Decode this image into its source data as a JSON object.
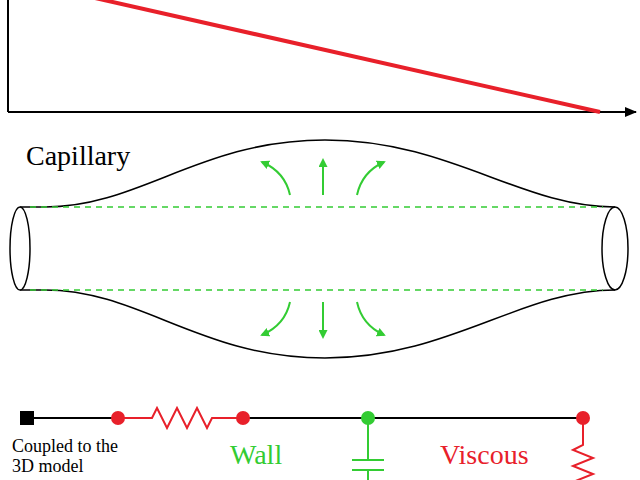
{
  "diagram": {
    "labels": [
      "Capillary",
      "Coupled to the 3D model",
      "Wall",
      "Viscous"
    ]
  }
}
